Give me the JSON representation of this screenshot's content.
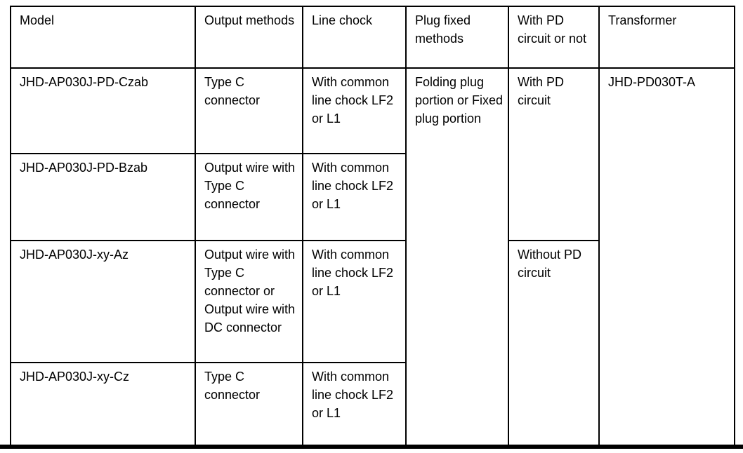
{
  "colors": {
    "border": "#000000",
    "background": "#ffffff",
    "text": "#000000"
  },
  "table": {
    "headers": {
      "model": "Model",
      "output_methods": "Output methods",
      "line_chock": "Line chock",
      "plug_fixed_methods": "Plug fixed methods",
      "pd_circuit": "With PD circuit or not",
      "transformer": "Transformer"
    },
    "rows": [
      {
        "model": "JHD-AP030J-PD-Czab",
        "output": "Type C connector",
        "chock": "With common line chock LF2 or L1"
      },
      {
        "model": "JHD-AP030J-PD-Bzab",
        "output": "Output wire with Type C connector",
        "chock": "With common line chock LF2 or L1"
      },
      {
        "model": "JHD-AP030J-xy-Az",
        "output": "Output wire with Type C connector or Output wire with DC connector",
        "chock": "With common line chock LF2 or L1"
      },
      {
        "model": "JHD-AP030J-xy-Cz",
        "output": "Type C connector",
        "chock": "With common line chock LF2 or L1"
      }
    ],
    "merged": {
      "plug_fixed": "Folding plug portion or Fixed plug portion",
      "pd_with": "With PD circuit",
      "pd_without": "Without PD circuit",
      "transformer": "JHD-PD030T-A"
    }
  }
}
